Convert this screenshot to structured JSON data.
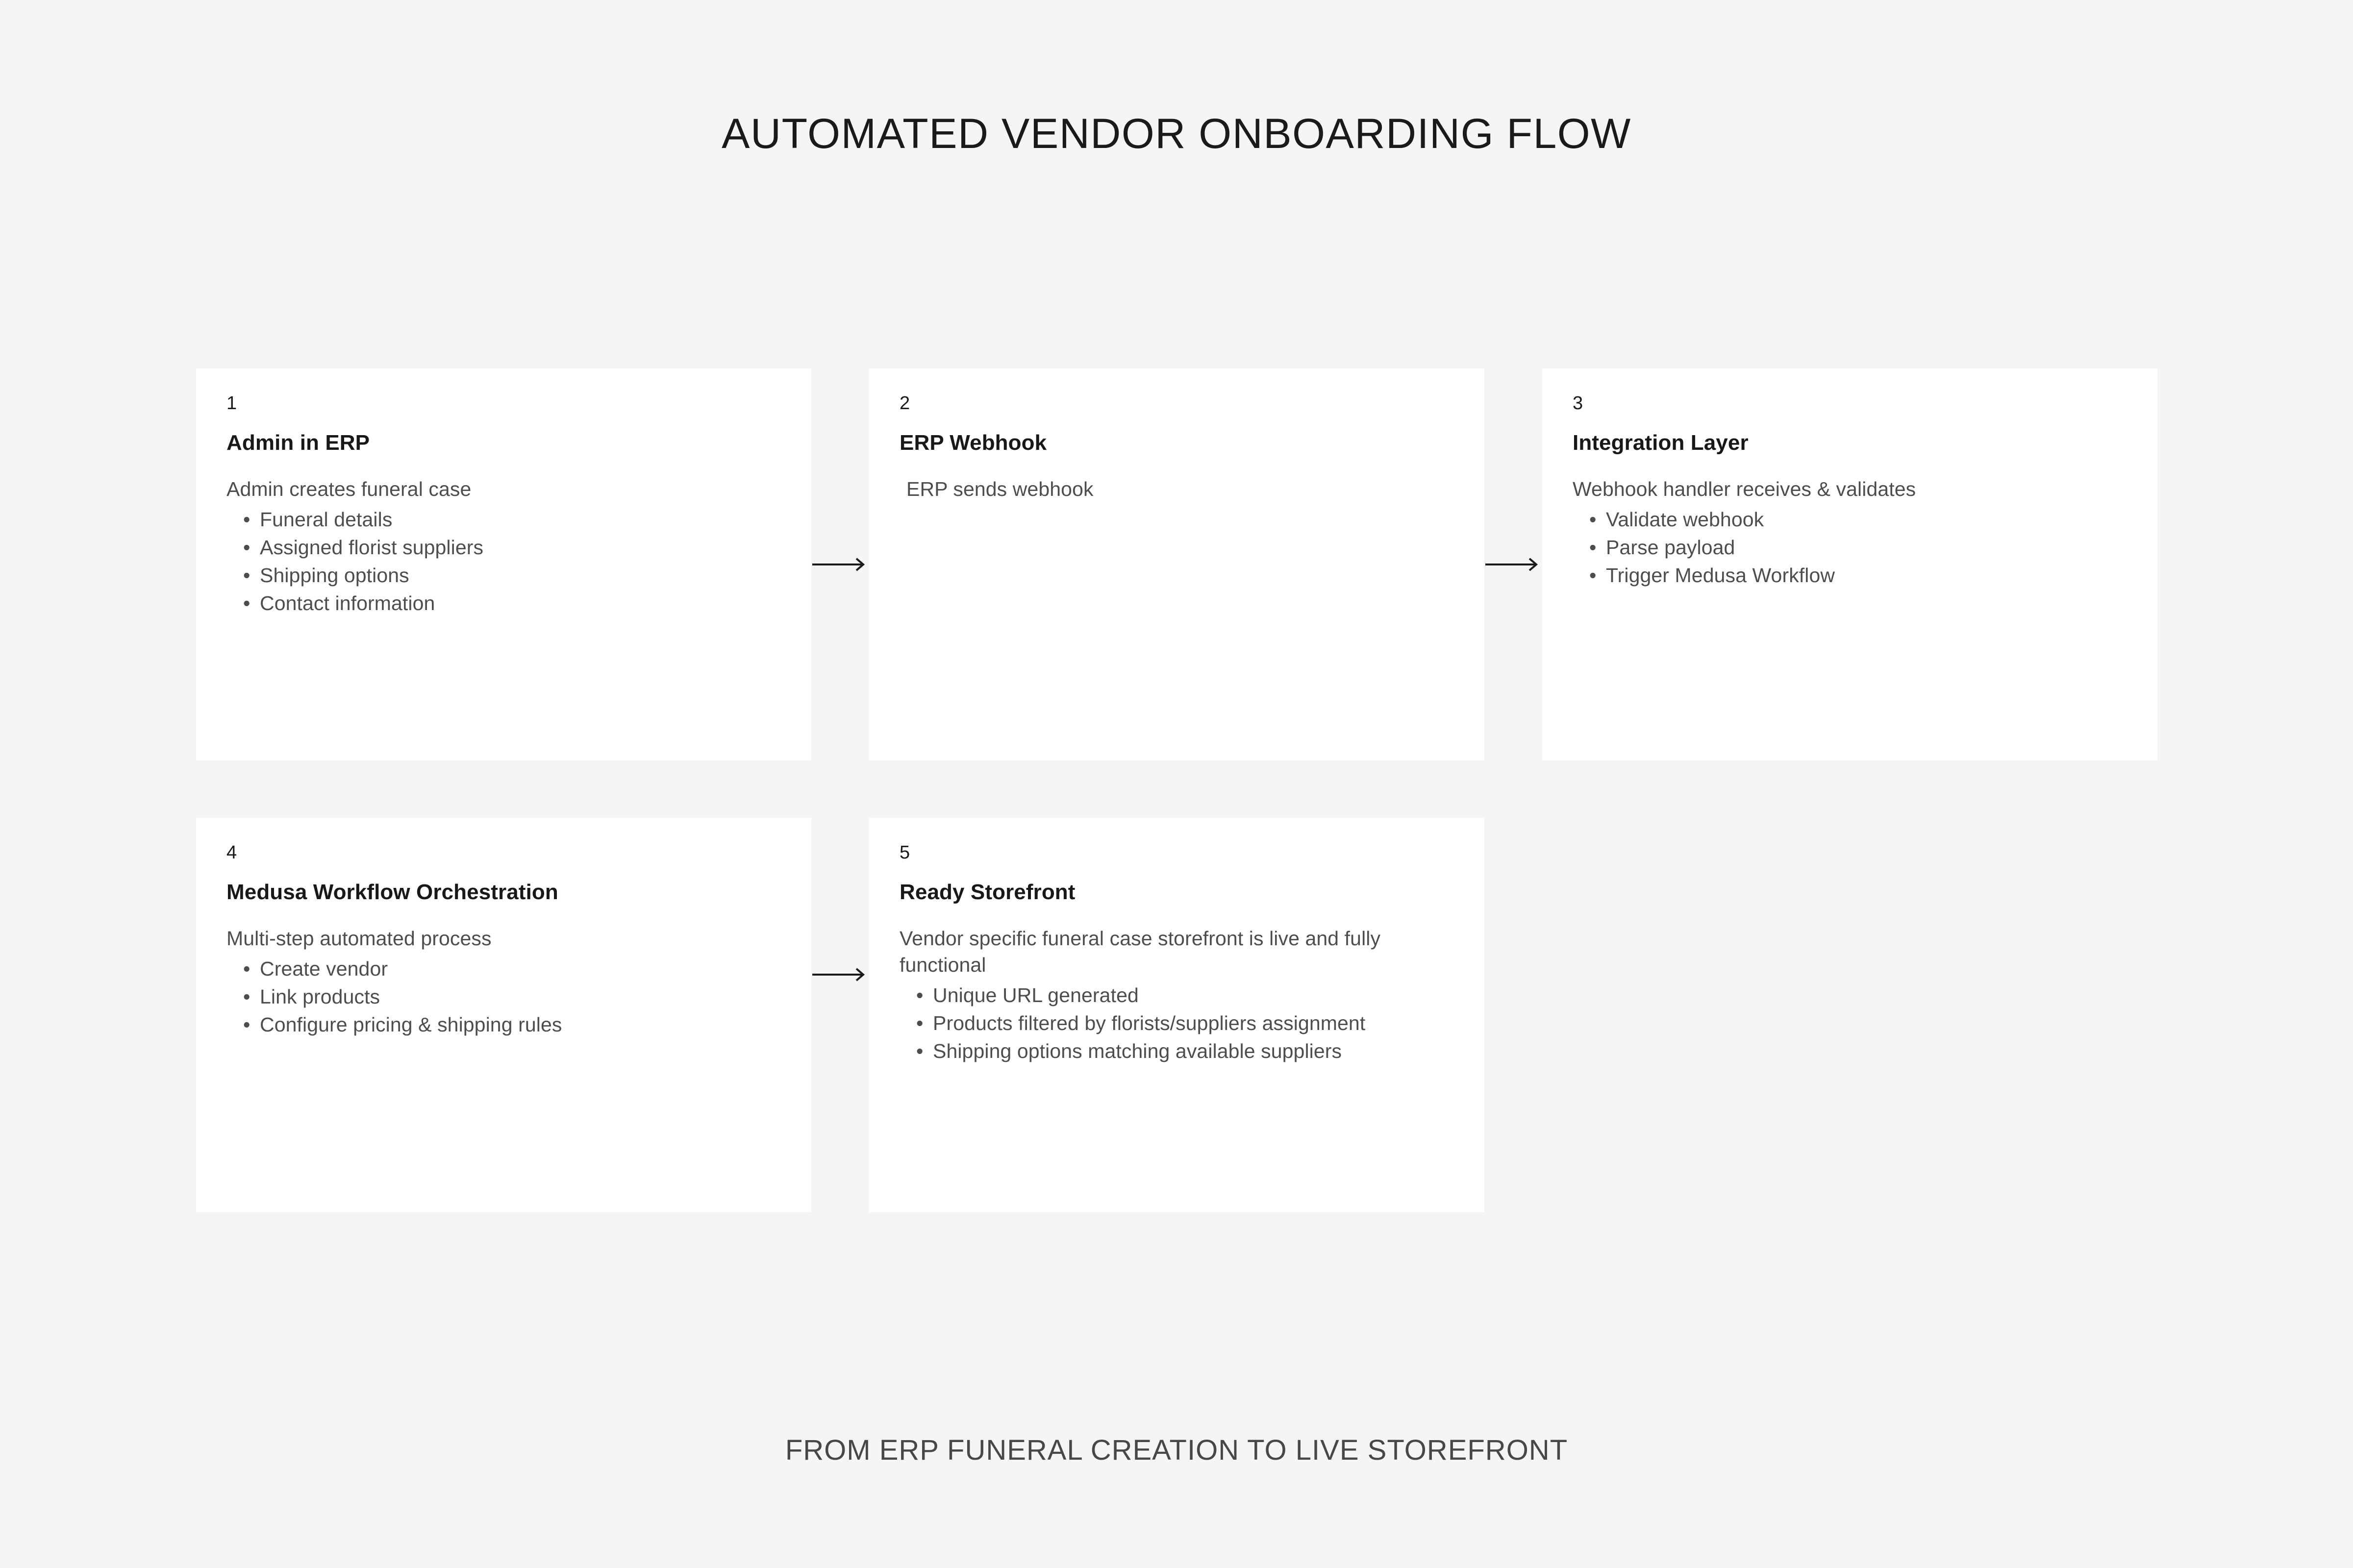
{
  "header": {
    "title": "AUTOMATED VENDOR ONBOARDING FLOW"
  },
  "footer": {
    "caption": "FROM ERP FUNERAL CREATION TO LIVE STOREFRONT"
  },
  "colors": {
    "background": "#f5f5f5",
    "card_background": "#ffffff",
    "title_text": "#1a1a1a",
    "body_text": "#4d4d4d",
    "footer_text": "#474747",
    "arrow": "#1a1a1a"
  },
  "flow": {
    "steps": [
      {
        "number": "1",
        "title": "Admin in ERP",
        "description": "Admin creates funeral case",
        "bullets": [
          "Funeral details",
          "Assigned florist suppliers",
          "Shipping options",
          "Contact information"
        ]
      },
      {
        "number": "2",
        "title": "ERP Webhook",
        "description": "ERP sends webhook",
        "bullets": []
      },
      {
        "number": "3",
        "title": "Integration Layer",
        "description": "Webhook handler receives & validates",
        "bullets": [
          "Validate webhook",
          "Parse payload",
          "Trigger Medusa Workflow"
        ]
      },
      {
        "number": "4",
        "title": "Medusa Workflow Orchestration",
        "description": "Multi-step automated process",
        "bullets": [
          "Create vendor",
          "Link products",
          "Configure pricing & shipping rules"
        ]
      },
      {
        "number": "5",
        "title": "Ready Storefront",
        "description": "Vendor specific funeral case storefront is live and fully functional",
        "bullets": [
          "Unique URL generated",
          "Products filtered by florists/suppliers assignment",
          "Shipping options matching available suppliers"
        ]
      }
    ],
    "connectors": [
      {
        "from": "1",
        "to": "2",
        "label": "arrow-step-1-to-2"
      },
      {
        "from": "2",
        "to": "3",
        "label": "arrow-step-2-to-3"
      },
      {
        "from": "4",
        "to": "5",
        "label": "arrow-step-4-to-5"
      }
    ],
    "bullet_glyph": "•"
  }
}
